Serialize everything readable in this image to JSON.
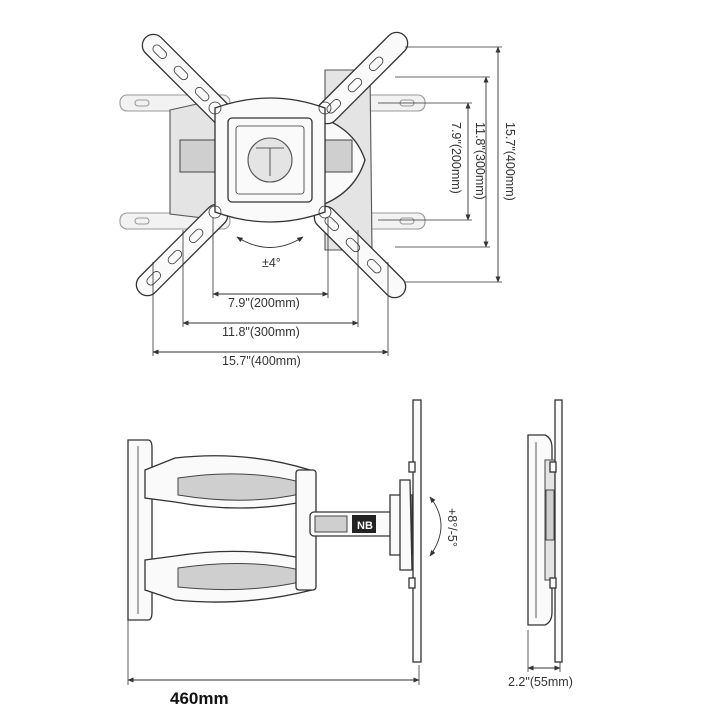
{
  "dimensions": {
    "h_200": "7.9\"(200mm)",
    "h_300": "11.8\"(300mm)",
    "h_400": "15.7\"(400mm)",
    "v_200": "7.9\"(200mm)",
    "v_300": "11.8\"(300mm)",
    "v_400": "15.7\"(400mm)",
    "swivel": "±4°",
    "tilt": "+8°/-5°",
    "extension": "460mm",
    "profile": "2.2\"(55mm)"
  },
  "logo_text": "NB"
}
